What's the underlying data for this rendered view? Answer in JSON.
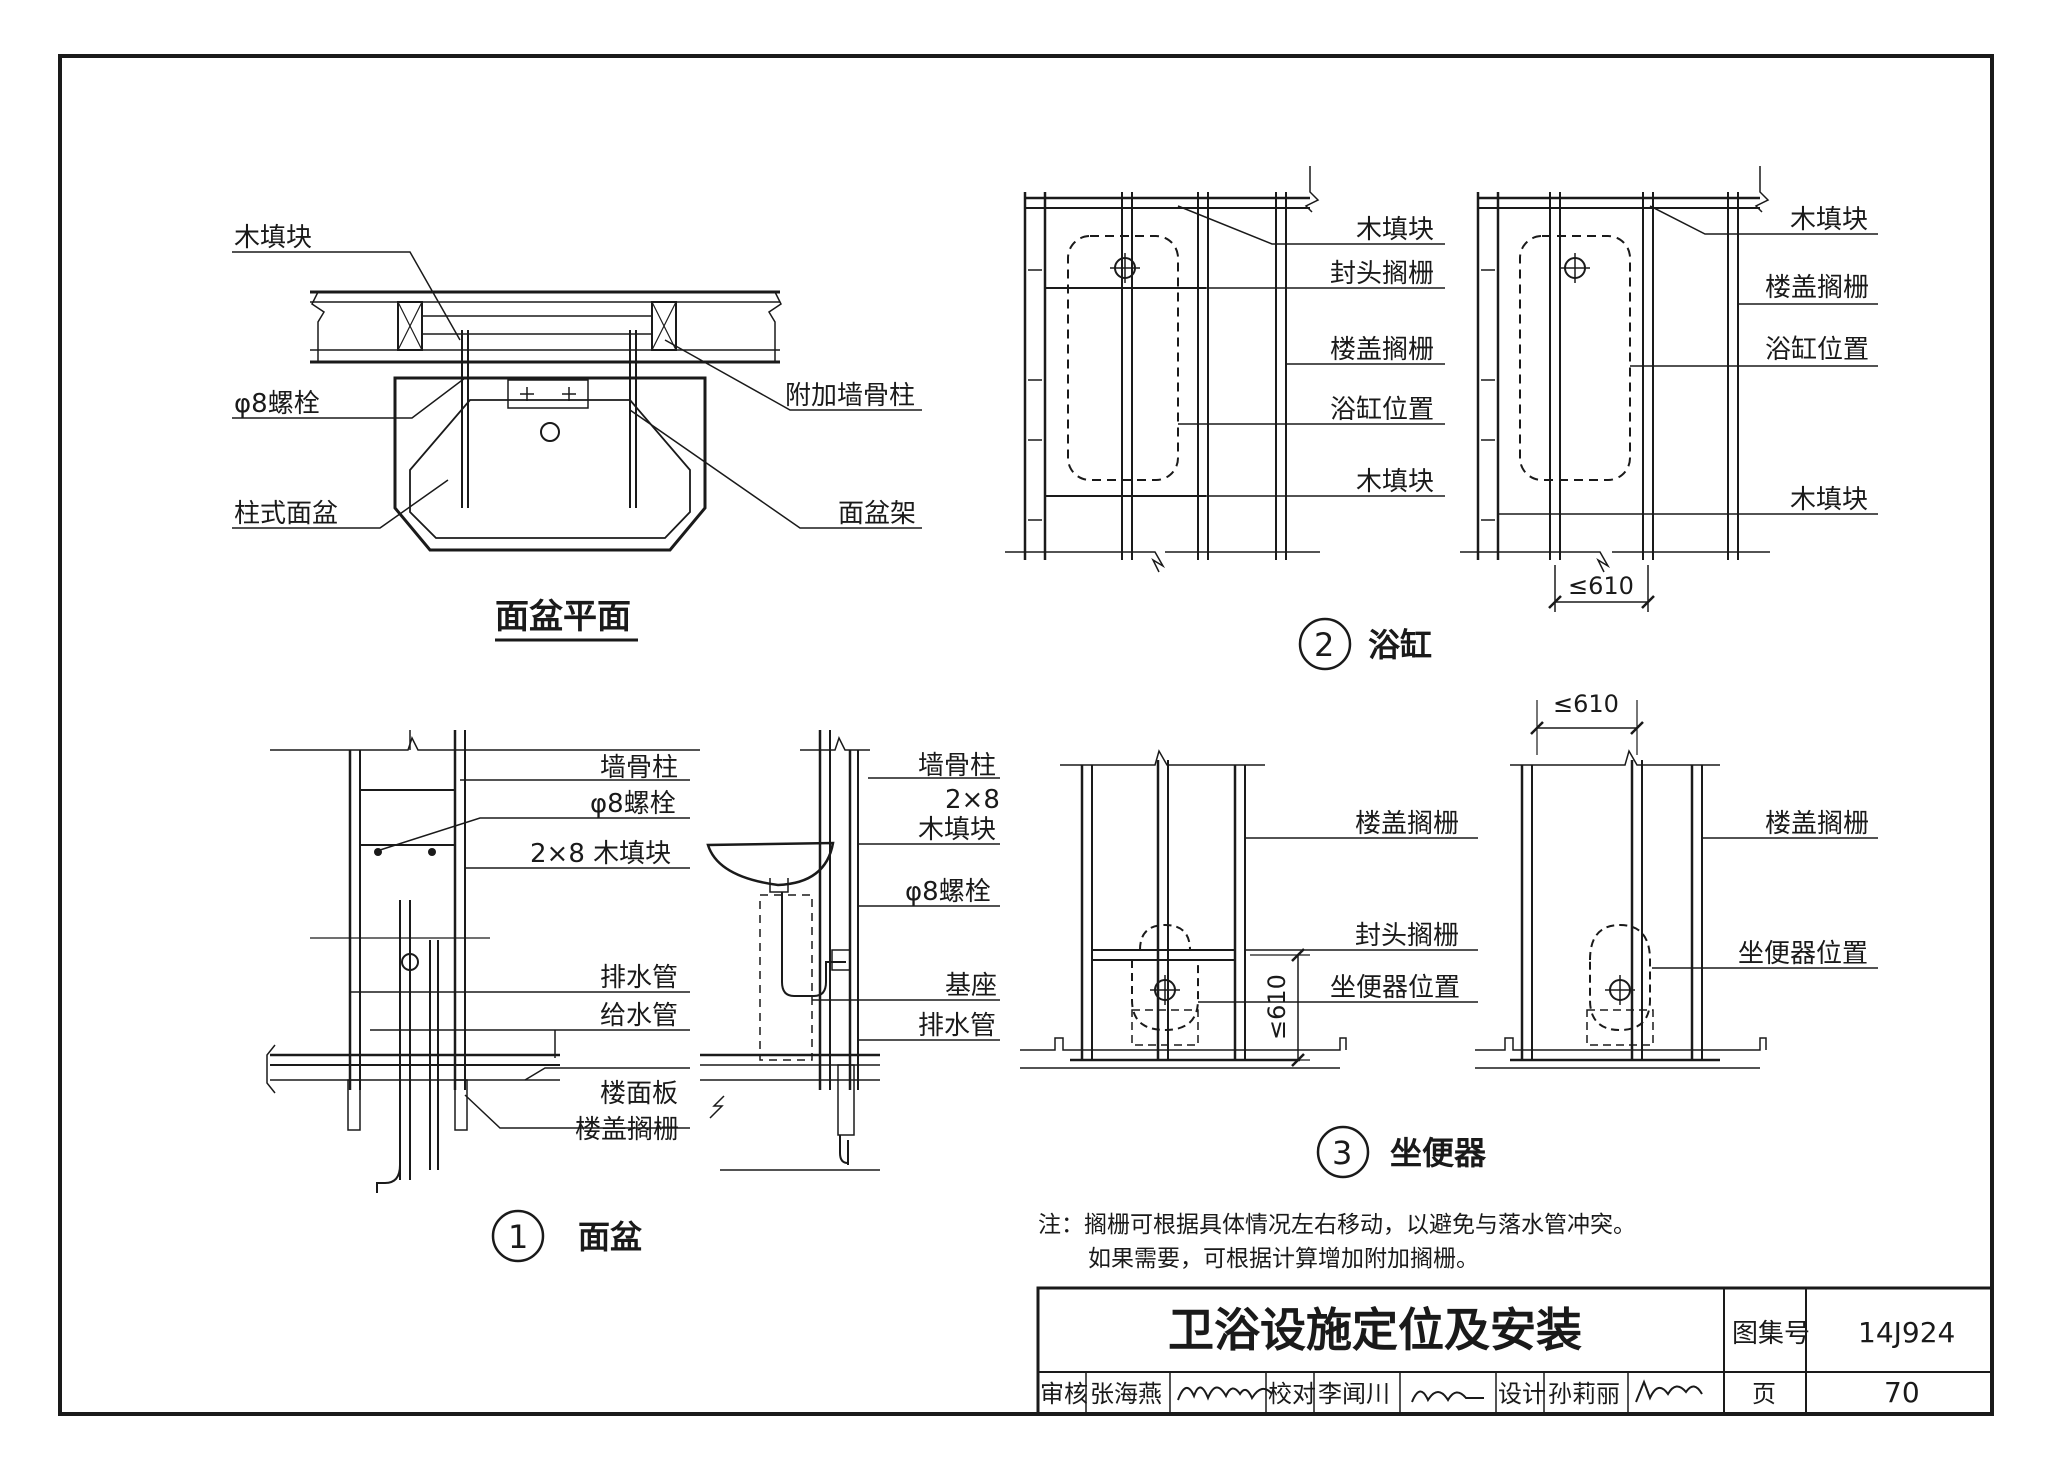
{
  "sheet": {
    "title": "卫浴设施定位及安装",
    "atlas_label": "图集号",
    "atlas_no": "14J924",
    "page_label": "页",
    "page_no": "70",
    "review_label": "审核",
    "reviewer": "张海燕",
    "check_label": "校对",
    "checker": "李闻川",
    "design_label": "设计",
    "designer": "孙莉丽"
  },
  "basin_plan": {
    "title": "面盆平面",
    "labels": {
      "wood_block": "木填块",
      "bolt": "φ8螺栓",
      "pedestal_basin": "柱式面盆",
      "extra_stud": "附加墙骨柱",
      "basin_frame": "面盆架"
    }
  },
  "detail_1": {
    "num": "1",
    "title": "面盆",
    "labels": {
      "stud": "墙骨柱",
      "bolt": "φ8螺栓",
      "wood_block_2x8": "2×8 木填块",
      "drain_pipe": "排水管",
      "supply_pipe": "给水管",
      "floor_board": "楼面板",
      "floor_joist": "楼盖搁栅",
      "stud_r": "墙骨柱",
      "size_2x8": "2×8",
      "wood_block_r": "木填块",
      "bolt_r": "φ8螺栓",
      "base": "基座",
      "drain_pipe_r": "排水管"
    }
  },
  "detail_2": {
    "num": "2",
    "title": "浴缸",
    "labels_left": [
      "木填块",
      "封头搁栅",
      "楼盖搁栅",
      "浴缸位置",
      "木填块"
    ],
    "labels_right": [
      "木填块",
      "楼盖搁栅",
      "浴缸位置",
      "木填块"
    ],
    "dim": "≤610"
  },
  "detail_3": {
    "num": "3",
    "title": "坐便器",
    "dim_top": "≤610",
    "dim_side": "≤610",
    "labels_left": [
      "楼盖搁栅",
      "封头搁栅",
      "坐便器位置"
    ],
    "labels_right": [
      "楼盖搁栅",
      "坐便器位置"
    ]
  },
  "notes": {
    "line1": "注：搁栅可根据具体情况左右移动，以避免与落水管冲突。",
    "line2": "如果需要，可根据计算增加附加搁栅。"
  }
}
